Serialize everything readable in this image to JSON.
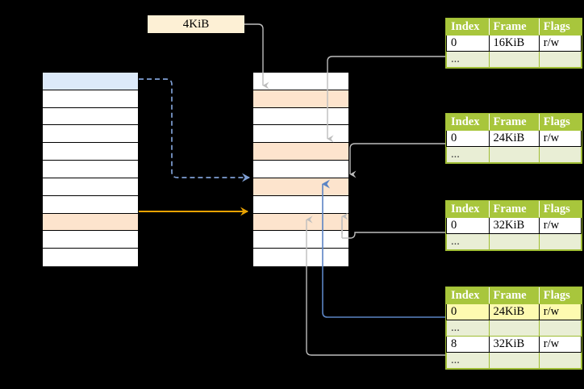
{
  "diagram": {
    "title": "page-table-walk",
    "page_size_label": "4KiB",
    "colors": {
      "header_green": "#a8c63c",
      "ellipsis_row": "#e9eed5",
      "highlight_blue": "#dce9f9",
      "highlight_orange": "#fde4cd",
      "highlight_yellow": "#fdfab0",
      "arrow_orange": "#e8a202",
      "arrow_blue": "#5b84c4",
      "arrow_gray": "#b3b3b3",
      "label_bg": "#fdf0d5"
    }
  },
  "virtual_table": {
    "name": "virtual-address-table",
    "row_count": 11,
    "rows": [
      {
        "index": 0,
        "fill": "blue"
      },
      {
        "index": 1,
        "fill": "none"
      },
      {
        "index": 2,
        "fill": "none"
      },
      {
        "index": 3,
        "fill": "none"
      },
      {
        "index": 4,
        "fill": "none"
      },
      {
        "index": 5,
        "fill": "none"
      },
      {
        "index": 6,
        "fill": "none"
      },
      {
        "index": 7,
        "fill": "none"
      },
      {
        "index": 8,
        "fill": "orange"
      },
      {
        "index": 9,
        "fill": "none"
      },
      {
        "index": 10,
        "fill": "none"
      }
    ]
  },
  "physical_table": {
    "name": "physical-memory-table",
    "row_count": 11,
    "rows": [
      {
        "index": 0,
        "fill": "none"
      },
      {
        "index": 1,
        "fill": "orange"
      },
      {
        "index": 2,
        "fill": "none"
      },
      {
        "index": 3,
        "fill": "none"
      },
      {
        "index": 4,
        "fill": "orange"
      },
      {
        "index": 5,
        "fill": "none"
      },
      {
        "index": 6,
        "fill": "orange"
      },
      {
        "index": 7,
        "fill": "none"
      },
      {
        "index": 8,
        "fill": "orange"
      },
      {
        "index": 9,
        "fill": "none"
      },
      {
        "index": 10,
        "fill": "none"
      }
    ]
  },
  "page_tables": [
    {
      "name": "page-table-level-1",
      "headers": [
        "Index",
        "Frame",
        "Flags"
      ],
      "rows": [
        {
          "cells": [
            "0",
            "16KiB",
            "r/w"
          ],
          "kind": "entry",
          "highlight": false
        },
        {
          "cells": [
            "...",
            "",
            ""
          ],
          "kind": "ellipsis",
          "highlight": false
        }
      ]
    },
    {
      "name": "page-table-level-2",
      "headers": [
        "Index",
        "Frame",
        "Flags"
      ],
      "rows": [
        {
          "cells": [
            "0",
            "24KiB",
            "r/w"
          ],
          "kind": "entry",
          "highlight": false
        },
        {
          "cells": [
            "...",
            "",
            ""
          ],
          "kind": "ellipsis",
          "highlight": false
        }
      ]
    },
    {
      "name": "page-table-level-3",
      "headers": [
        "Index",
        "Frame",
        "Flags"
      ],
      "rows": [
        {
          "cells": [
            "0",
            "32KiB",
            "r/w"
          ],
          "kind": "entry",
          "highlight": false
        },
        {
          "cells": [
            "...",
            "",
            ""
          ],
          "kind": "ellipsis",
          "highlight": false
        }
      ]
    },
    {
      "name": "page-table-level-4",
      "headers": [
        "Index",
        "Frame",
        "Flags"
      ],
      "rows": [
        {
          "cells": [
            "0",
            "24KiB",
            "r/w"
          ],
          "kind": "entry",
          "highlight": true
        },
        {
          "cells": [
            "...",
            "",
            ""
          ],
          "kind": "ellipsis",
          "highlight": false
        },
        {
          "cells": [
            "8",
            "32KiB",
            "r/w"
          ],
          "kind": "entry",
          "highlight": false
        },
        {
          "cells": [
            "...",
            "",
            ""
          ],
          "kind": "ellipsis",
          "highlight": false
        }
      ]
    }
  ]
}
